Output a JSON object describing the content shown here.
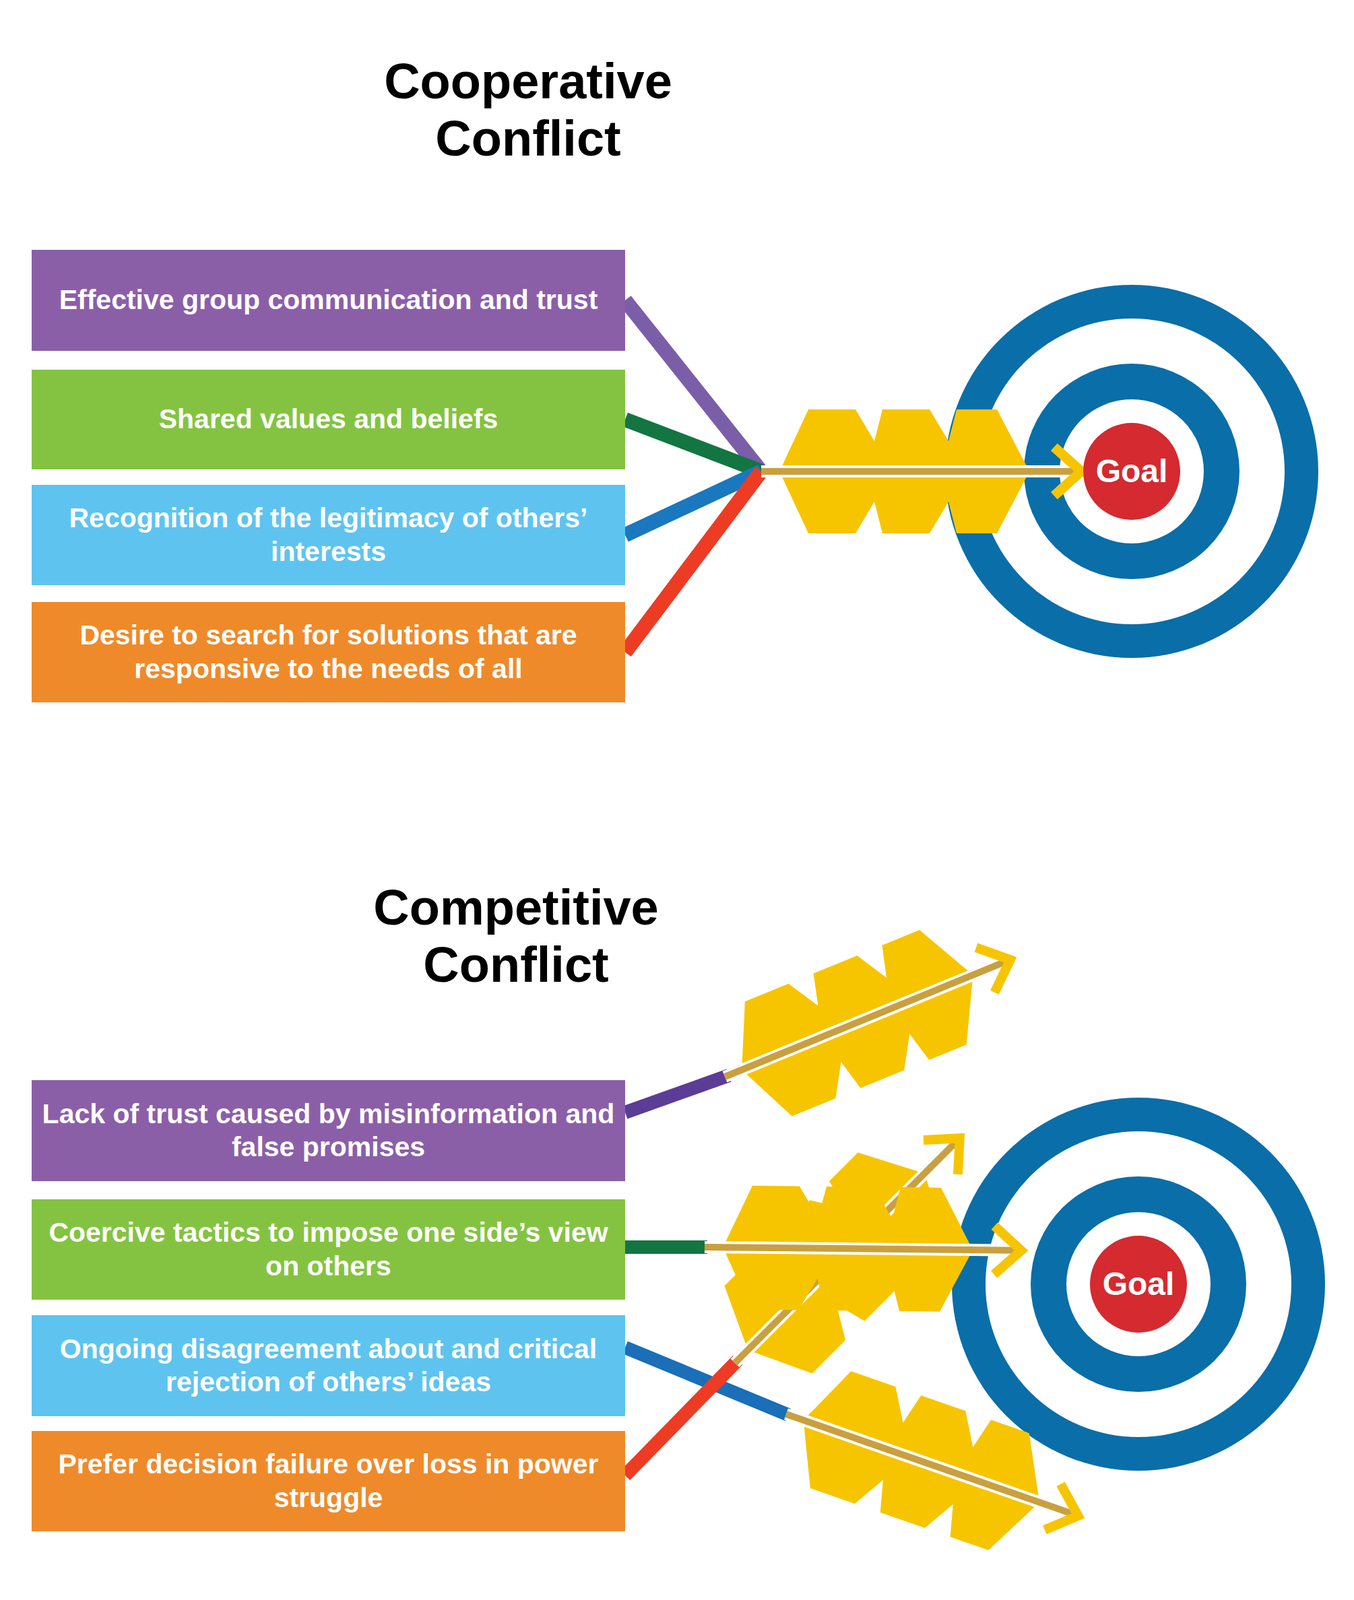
{
  "diagram": {
    "nodes": [
      {
        "text": [
          "Effective group communication and trust"
        ]
      },
      {
        "text": [
          "Shared values and beliefs"
        ]
      },
      {
        "text": [
          "Recognition of the legitimacy of others’ interests"
        ]
      },
      {
        "text": [
          "Desire to search for solutions that are responsive to the needs of all"
        ]
      },
      {
        "text": [
          "Goal"
        ]
      },
      {
        "text": [
          "Lack of trust caused by misinformation and false promises"
        ]
      },
      {
        "text": [
          "Coercive tactics to impose one side’s view on others"
        ]
      },
      {
        "text": [
          "Ongoing disagreement about and critical rejection of others’ ideas"
        ]
      },
      {
        "text": [
          "Prefer decision failure over loss in power struggle"
        ]
      },
      {
        "text": [
          "Goal"
        ]
      }
    ],
    "edges": [
      {
        "from": 0,
        "to": 4,
        "arrow": "to"
      },
      {
        "from": 1,
        "to": 4,
        "arrow": "to"
      },
      {
        "from": 2,
        "to": 4,
        "arrow": "to"
      },
      {
        "from": 3,
        "to": 4,
        "arrow": "to"
      }
    ],
    "labels": [
      "Cooperative Conflict",
      "Competitive Conflict"
    ]
  }
}
